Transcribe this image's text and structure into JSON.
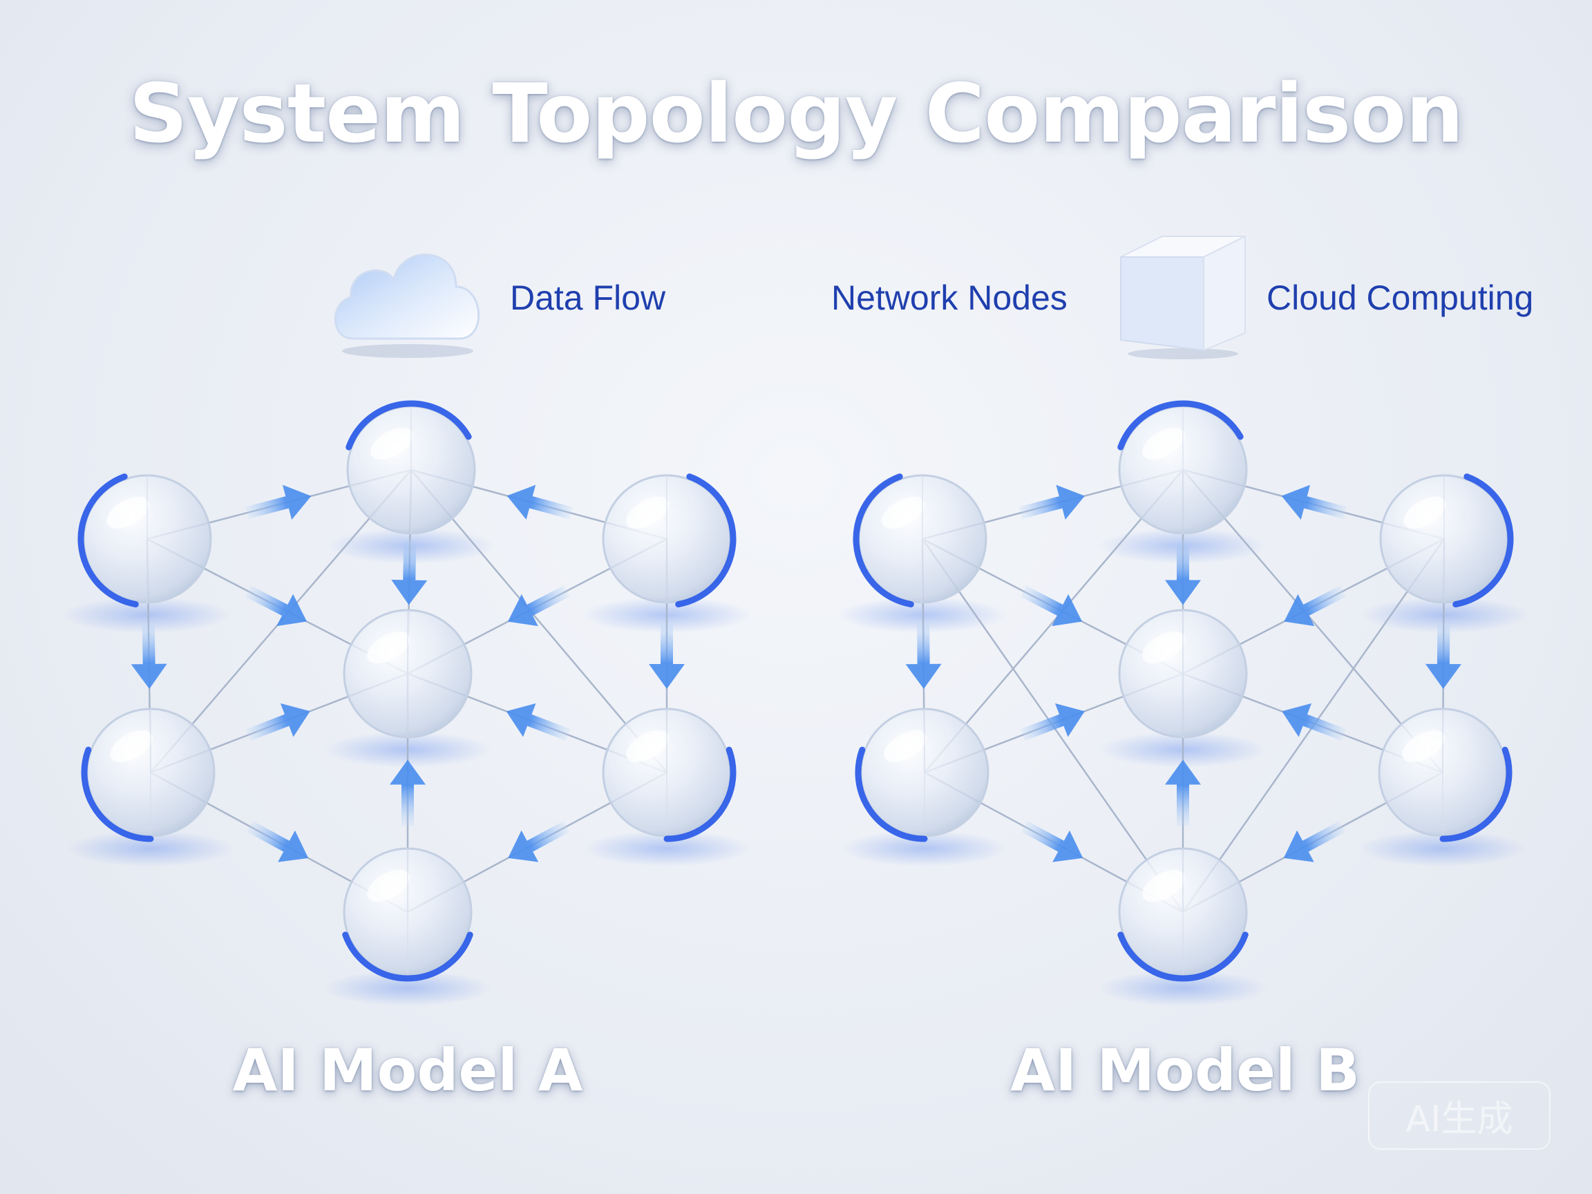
{
  "title": "System Topology Comparison",
  "legend": {
    "data_flow": "Data Flow",
    "network_nodes": "Network Nodes",
    "cloud_computing": "Cloud Computing",
    "cloud_icon": "cloud-icon",
    "cube_icon": "cube-icon"
  },
  "models": [
    {
      "label": "AI Model A"
    },
    {
      "label": "AI Model B"
    }
  ],
  "watermark": "AI生成",
  "colors": {
    "accent": "#1f3fae",
    "ring": "#2e5ee8",
    "arrow": "#5b9ef0",
    "line": "#a9b6cc"
  }
}
